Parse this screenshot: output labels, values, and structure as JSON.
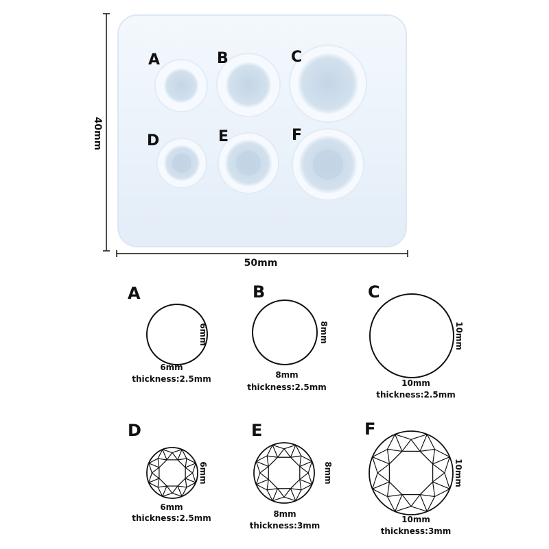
{
  "mold": {
    "width_label": "50mm",
    "height_label": "40mm",
    "cavity_labels": [
      "A",
      "B",
      "C",
      "D",
      "E",
      "F"
    ]
  },
  "specs": [
    {
      "id": "A",
      "type": "round",
      "size": "6mm",
      "side": "6mm",
      "thickness": "thickness:2.5mm"
    },
    {
      "id": "B",
      "type": "round",
      "size": "8mm",
      "side": "8mm",
      "thickness": "thickness:2.5mm"
    },
    {
      "id": "C",
      "type": "round",
      "size": "10mm",
      "side": "10mm",
      "thickness": "thickness:2.5mm"
    },
    {
      "id": "D",
      "type": "faceted",
      "size": "6mm",
      "side": "6mm",
      "thickness": "thickness:2.5mm"
    },
    {
      "id": "E",
      "type": "faceted",
      "size": "8mm",
      "side": "8mm",
      "thickness": "thickness:3mm"
    },
    {
      "id": "F",
      "type": "faceted",
      "size": "10mm",
      "side": "10mm",
      "thickness": "thickness:3mm"
    }
  ],
  "colors": {
    "mold_body": "#e9f2fb",
    "mold_cavity": "#cfdfee",
    "line": "#111111"
  }
}
